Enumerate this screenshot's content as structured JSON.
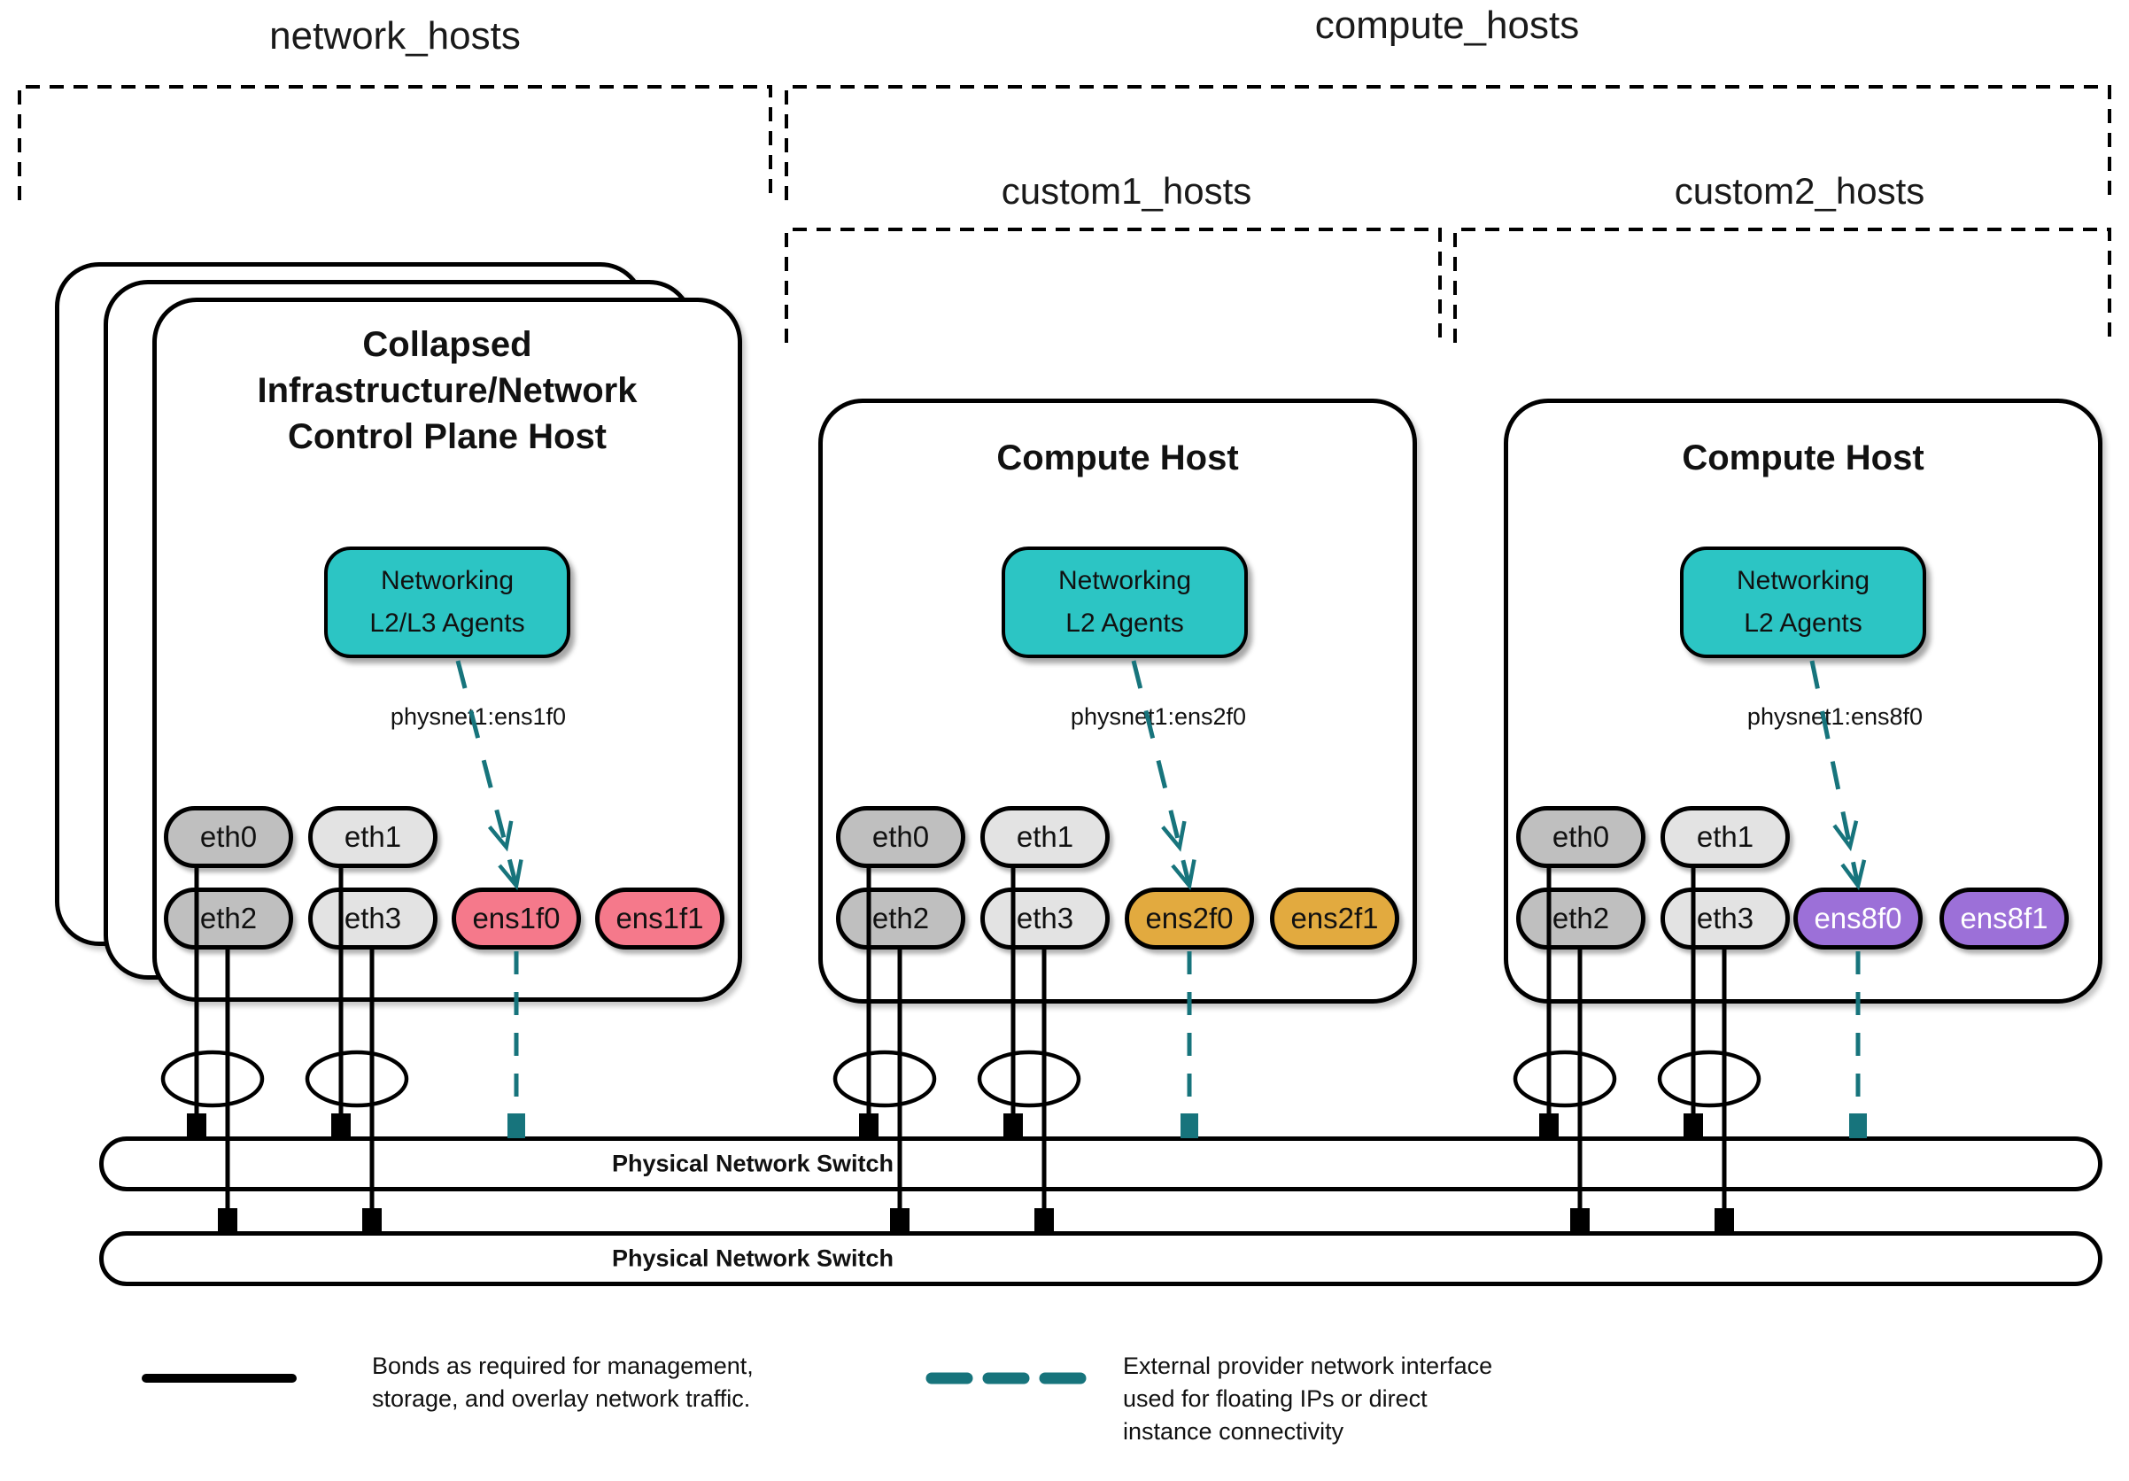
{
  "groups": {
    "network": {
      "label": "network_hosts"
    },
    "compute": {
      "label": "compute_hosts"
    },
    "custom1": {
      "label": "custom1_hosts"
    },
    "custom2": {
      "label": "custom2_hosts"
    }
  },
  "hosts": [
    {
      "title_lines": [
        "Collapsed",
        "Infrastructure/Network",
        "Control Plane Host"
      ],
      "agent_lines": [
        "Networking",
        "L2/L3 Agents"
      ],
      "physnet": "physnet1:ens1f0",
      "interfaces": [
        {
          "label": "eth0"
        },
        {
          "label": "eth1"
        },
        {
          "label": "eth2"
        },
        {
          "label": "eth3"
        },
        {
          "label": "ens1f0"
        },
        {
          "label": "ens1f1"
        }
      ]
    },
    {
      "title_lines": [
        "Compute Host"
      ],
      "agent_lines": [
        "Networking",
        "L2 Agents"
      ],
      "physnet": "physnet1:ens2f0",
      "interfaces": [
        {
          "label": "eth0"
        },
        {
          "label": "eth1"
        },
        {
          "label": "eth2"
        },
        {
          "label": "eth3"
        },
        {
          "label": "ens2f0"
        },
        {
          "label": "ens2f1"
        }
      ]
    },
    {
      "title_lines": [
        "Compute Host"
      ],
      "agent_lines": [
        "Networking",
        "L2 Agents"
      ],
      "physnet": "physnet1:ens8f0",
      "interfaces": [
        {
          "label": "eth0"
        },
        {
          "label": "eth1"
        },
        {
          "label": "eth2"
        },
        {
          "label": "eth3"
        },
        {
          "label": "ens8f0"
        },
        {
          "label": "ens8f1"
        }
      ]
    }
  ],
  "switches": [
    {
      "label": "Physical Network Switch"
    },
    {
      "label": "Physical Network Switch"
    }
  ],
  "legend": {
    "bond_lines": [
      "Bonds as required for management,",
      "storage, and overlay network traffic."
    ],
    "external_lines": [
      "External provider network interface",
      "used for floating IPs or direct",
      "instance connectivity"
    ]
  },
  "colors": {
    "agent_teal": "#2cc5c4",
    "provider_line_teal": "#17747c",
    "nic_pink": "#f5798b",
    "nic_gold": "#e2aa3f",
    "nic_purple": "#9c70d8",
    "eth_dark_gray": "#bfbfbf",
    "eth_light_gray": "#e3e3e3",
    "line_black": "#000000"
  }
}
